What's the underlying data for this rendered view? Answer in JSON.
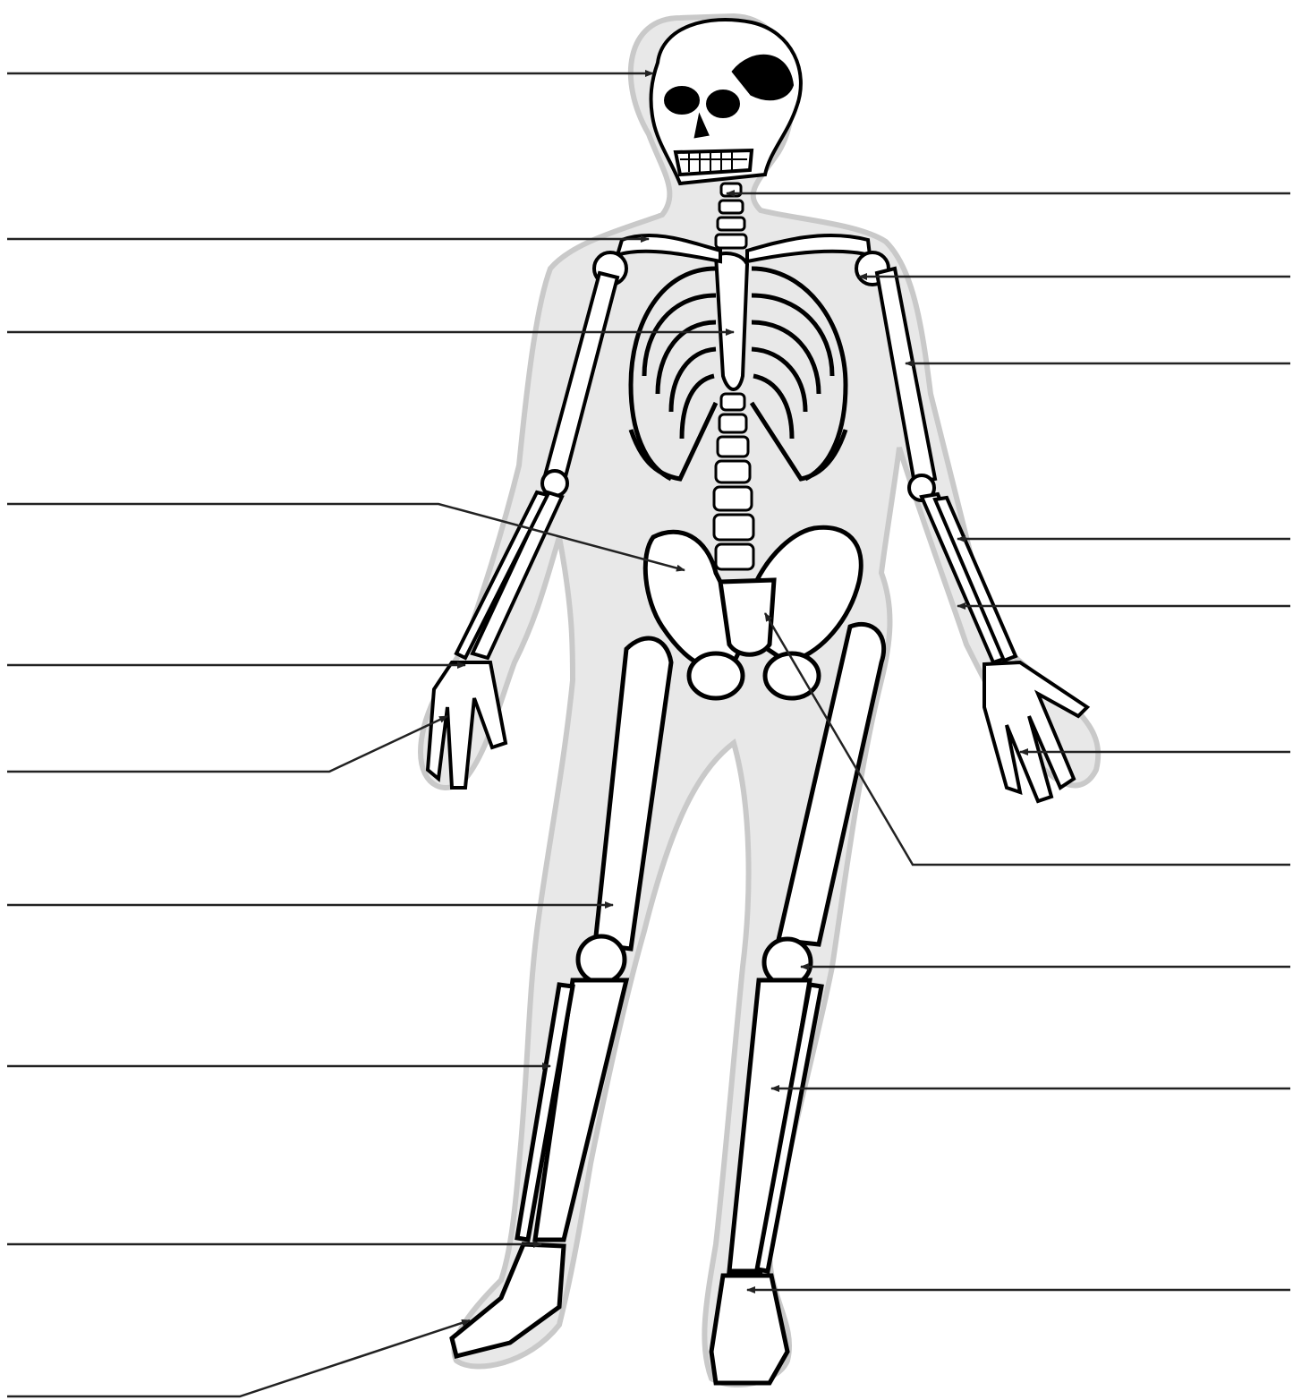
{
  "colors": {
    "background": "#ffffff",
    "silhouette": "#e8e8e8",
    "silhouette_edge": "#c9c9c9",
    "bone_fill": "#ffffff",
    "bone_outline": "#000000",
    "leader_line": "#222222"
  },
  "labels_left": [
    {
      "id": "skull",
      "text": ""
    },
    {
      "id": "clavicle",
      "text": ""
    },
    {
      "id": "sternum",
      "text": ""
    },
    {
      "id": "pelvis",
      "text": ""
    },
    {
      "id": "carpals-left",
      "text": ""
    },
    {
      "id": "metacarpals-left",
      "text": ""
    },
    {
      "id": "femur",
      "text": ""
    },
    {
      "id": "fibula",
      "text": ""
    },
    {
      "id": "tarsals-left",
      "text": ""
    },
    {
      "id": "metatarsals-left",
      "text": ""
    }
  ],
  "labels_right": [
    {
      "id": "cervical-vertebrae",
      "text": ""
    },
    {
      "id": "scapula",
      "text": ""
    },
    {
      "id": "humerus",
      "text": ""
    },
    {
      "id": "radius",
      "text": ""
    },
    {
      "id": "ulna",
      "text": ""
    },
    {
      "id": "phalanges",
      "text": ""
    },
    {
      "id": "sacrum",
      "text": ""
    },
    {
      "id": "patella",
      "text": ""
    },
    {
      "id": "tibia",
      "text": ""
    },
    {
      "id": "tarsals-right",
      "text": ""
    }
  ]
}
